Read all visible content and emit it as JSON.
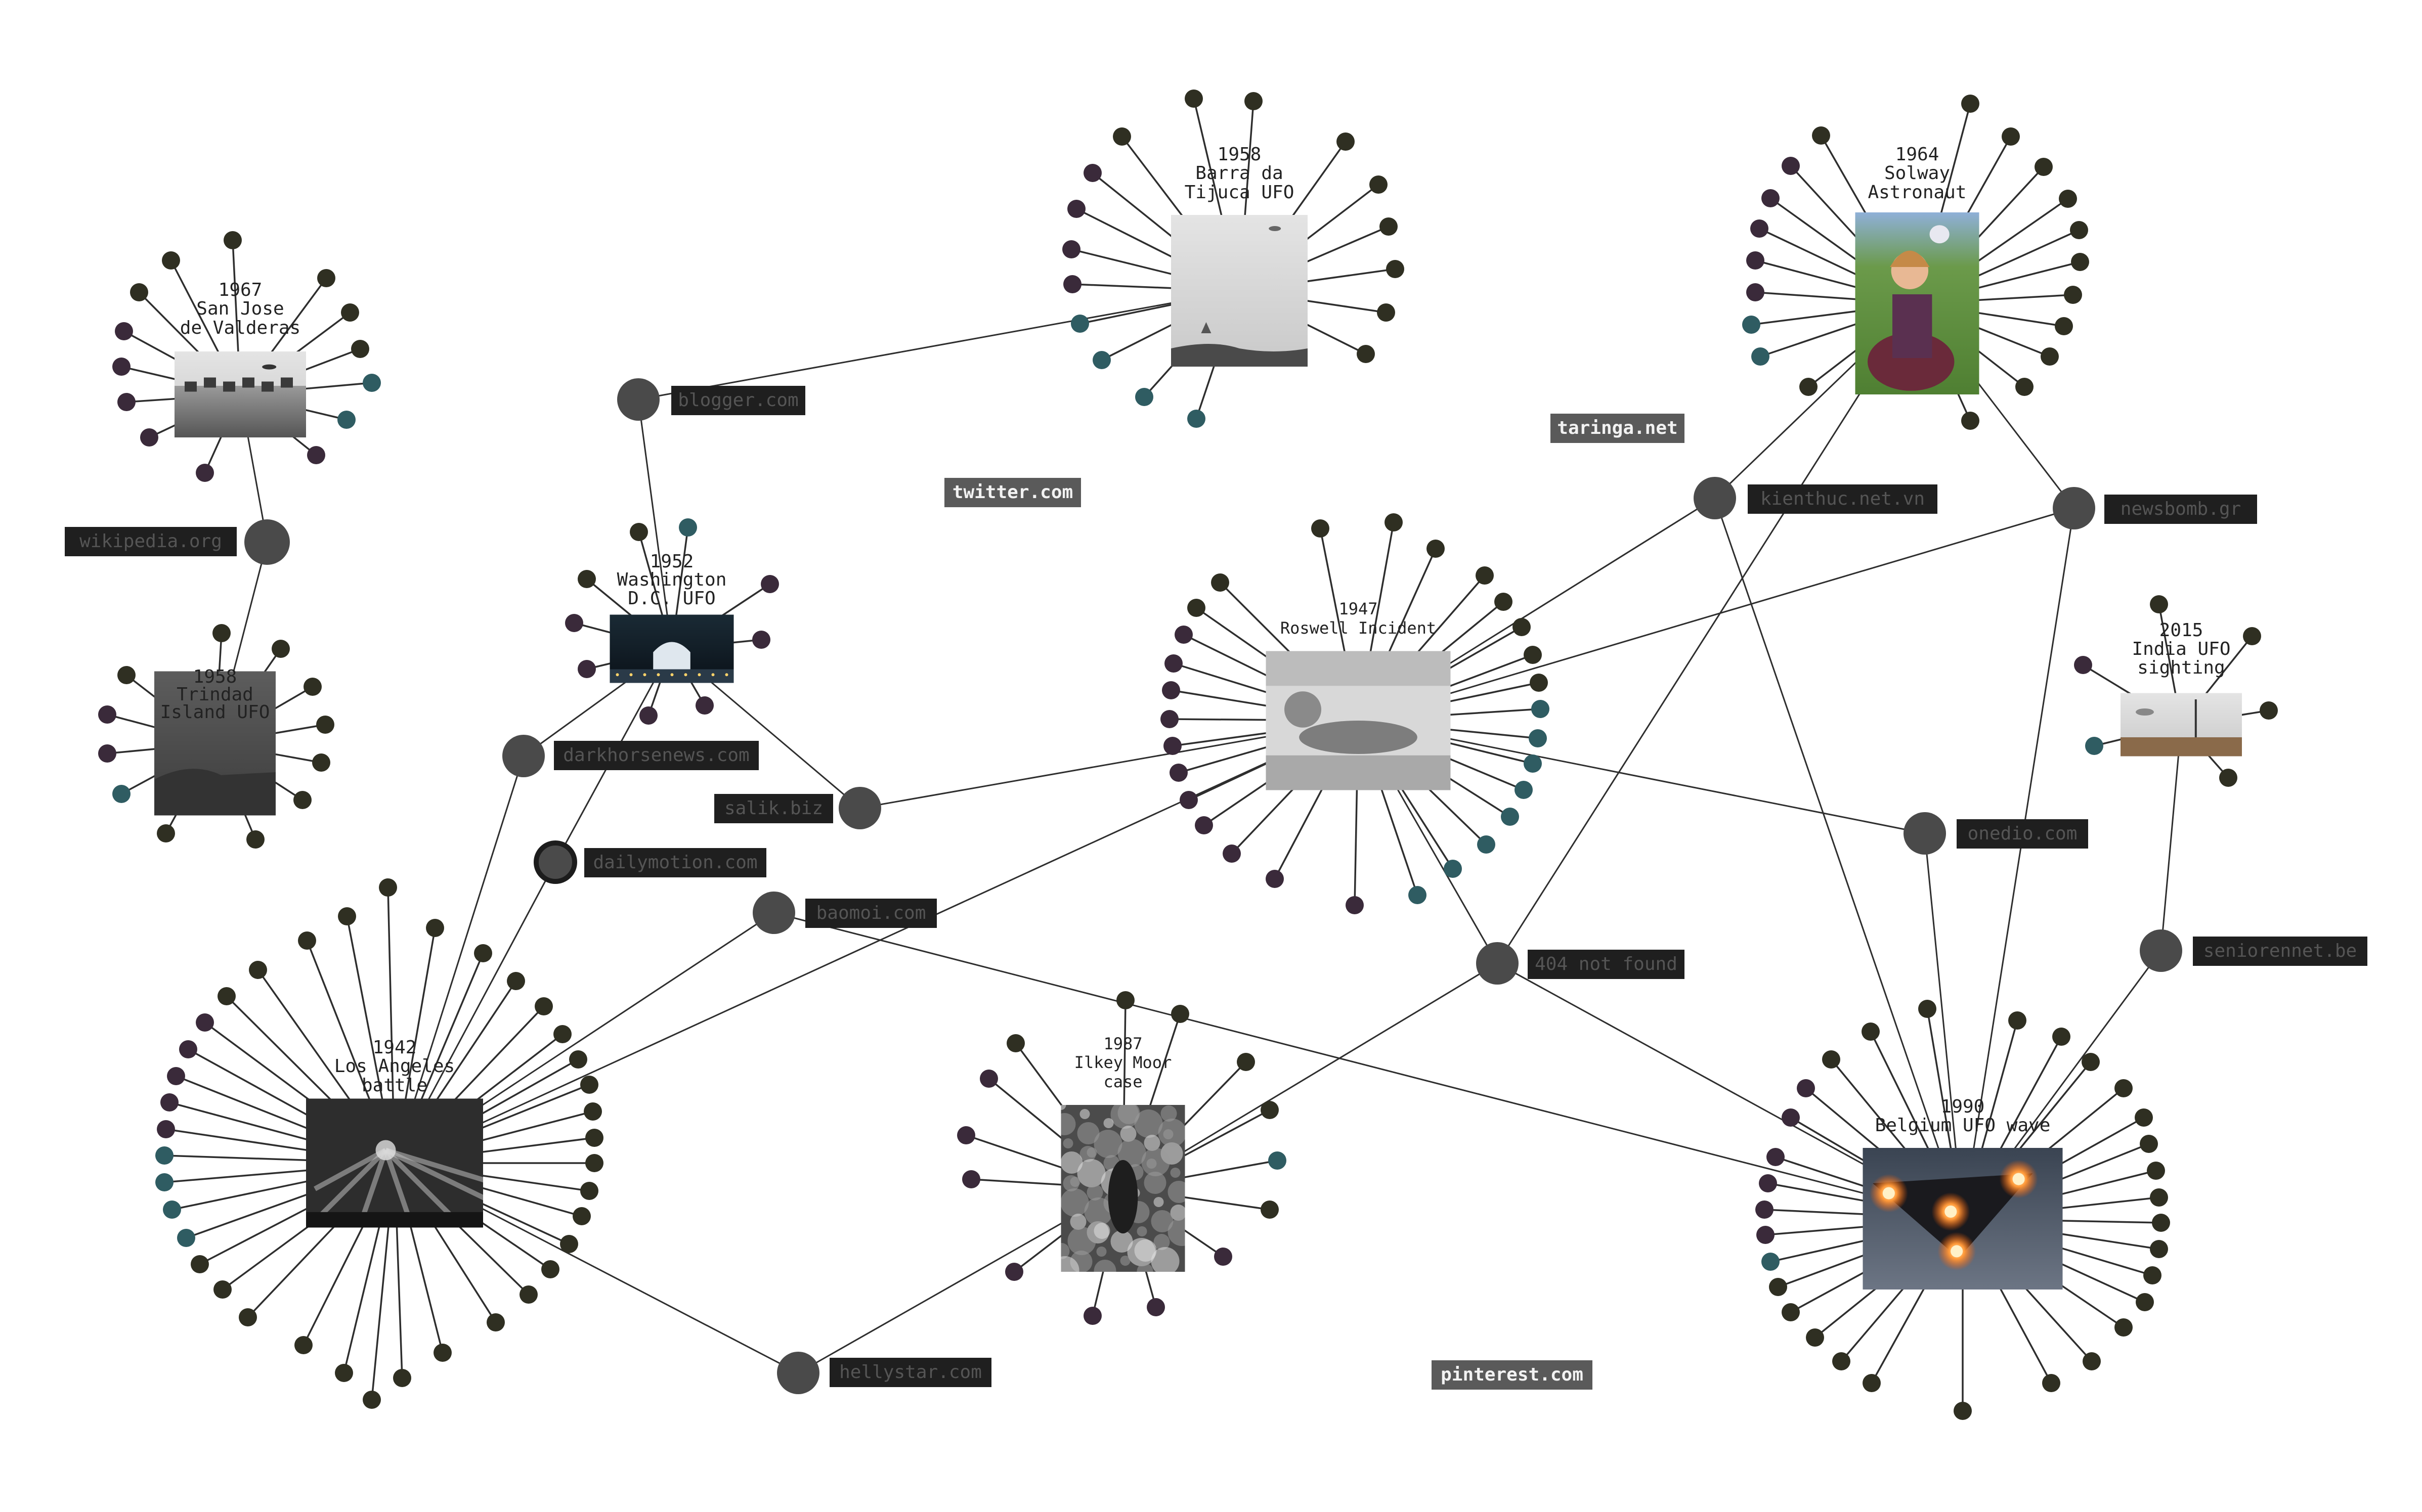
{
  "colors": {
    "leaf_dark": "#2f2f22",
    "leaf_purple": "#3a2a3a",
    "leaf_teal": "#2f5c62",
    "node": "#4a4a4a",
    "label_bg": "#1f1f1f",
    "label_text_dim": "#555555",
    "label_bg_light": "#5a5a5a",
    "label_text_bright": "#f2f2f2",
    "edge": "#2e2e2e"
  },
  "events": [
    {
      "id": "e1967",
      "name": "event-1967-san-jose",
      "year": "1967",
      "title": [
        "San Jose",
        "de Valderas"
      ],
      "img": "photo-icon"
    },
    {
      "id": "e1958b",
      "name": "event-1958-barra-da-tijuca",
      "year": "1958",
      "title": [
        "Barra da",
        "Tijuca UFO"
      ],
      "img": "photo-icon"
    },
    {
      "id": "e1964",
      "name": "event-1964-solway",
      "year": "1964",
      "title": [
        "Solway",
        "Astronaut"
      ],
      "img": "photo-icon"
    },
    {
      "id": "e1952",
      "name": "event-1952-washington",
      "year": "1952",
      "title": [
        "Washington",
        "D.C. UFO"
      ],
      "img": "photo-icon"
    },
    {
      "id": "e1958t",
      "name": "event-1958-trindad",
      "year": "1958",
      "title": [
        "Trindad",
        "Island UFO"
      ],
      "img": "photo-icon"
    },
    {
      "id": "e1947",
      "name": "event-1947-roswell",
      "year": "1947",
      "title": [
        "Roswell Incident"
      ],
      "img": "photo-icon"
    },
    {
      "id": "e2015",
      "name": "event-2015-india",
      "year": "2015",
      "title": [
        "India UFO",
        "sighting"
      ],
      "img": "photo-icon"
    },
    {
      "id": "e1942",
      "name": "event-1942-los-angeles",
      "year": "1942",
      "title": [
        "Los Angeles",
        "battle"
      ],
      "img": "photo-icon"
    },
    {
      "id": "e1987",
      "name": "event-1987-ilkey-moor",
      "year": "1987",
      "title": [
        "Ilkey Moor",
        "case"
      ],
      "img": "photo-icon"
    },
    {
      "id": "e1990",
      "name": "event-1990-belgium",
      "year": "1990",
      "title": [
        "Belgium UFO wave"
      ],
      "img": "photo-icon"
    }
  ],
  "domains": [
    {
      "id": "blogger",
      "label": "blogger.com"
    },
    {
      "id": "wikipedia",
      "label": "wikipedia.org"
    },
    {
      "id": "darkhorse",
      "label": "darkhorsenews.com"
    },
    {
      "id": "dailymotion",
      "label": "dailymotion.com"
    },
    {
      "id": "salik",
      "label": "salik.biz"
    },
    {
      "id": "baomoi",
      "label": "baomoi.com"
    },
    {
      "id": "hellystar",
      "label": "hellystar.com"
    },
    {
      "id": "kienthuc",
      "label": "kienthuc.net.vn"
    },
    {
      "id": "newsbomb",
      "label": "newsbomb.gr"
    },
    {
      "id": "onedio",
      "label": "onedio.com"
    },
    {
      "id": "notfound",
      "label": "404 not found"
    },
    {
      "id": "seniorennet",
      "label": "seniorennet.be"
    }
  ],
  "floating_labels": [
    {
      "id": "twitter",
      "label": "twitter.com"
    },
    {
      "id": "taringa",
      "label": "taringa.net"
    },
    {
      "id": "pinterest",
      "label": "pinterest.com"
    }
  ]
}
